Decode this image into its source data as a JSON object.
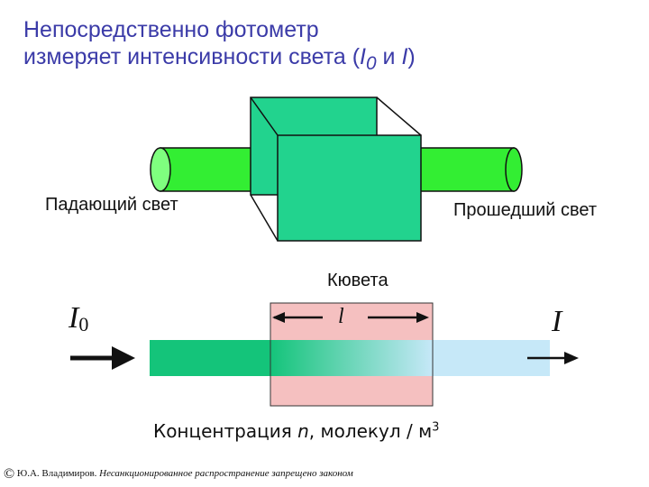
{
  "title": {
    "line1": "Непосредственно фотометр",
    "line2_prefix": "измеряет интенсивности света (",
    "I0_main": "I",
    "I0_sub": "0",
    "and": " и ",
    "I": "I",
    "close": ")"
  },
  "labels": {
    "incident_light": "Падающий свет",
    "transmitted_light": "Прошедший свет",
    "cuvette": "Кювета",
    "path_length": "l",
    "I0_main": "I",
    "I0_sub": "0",
    "I": "I"
  },
  "concentration": {
    "prefix": "Концентрация ",
    "n": "n",
    "rest": ", молекул / м",
    "exp": "3"
  },
  "footer": {
    "copyright": "©",
    "author": " Ю.А. Владимиров.",
    "notice": " Несанкционированное распространение запрещено законом"
  },
  "colors": {
    "title": "#3b3ba8",
    "cylinder": "#33ee33",
    "cuvette_box": "#22d38e",
    "beam_start": "#14c47a",
    "beam_end": "#c6e8f8",
    "cuvette_bg": "#f5c0c0"
  }
}
